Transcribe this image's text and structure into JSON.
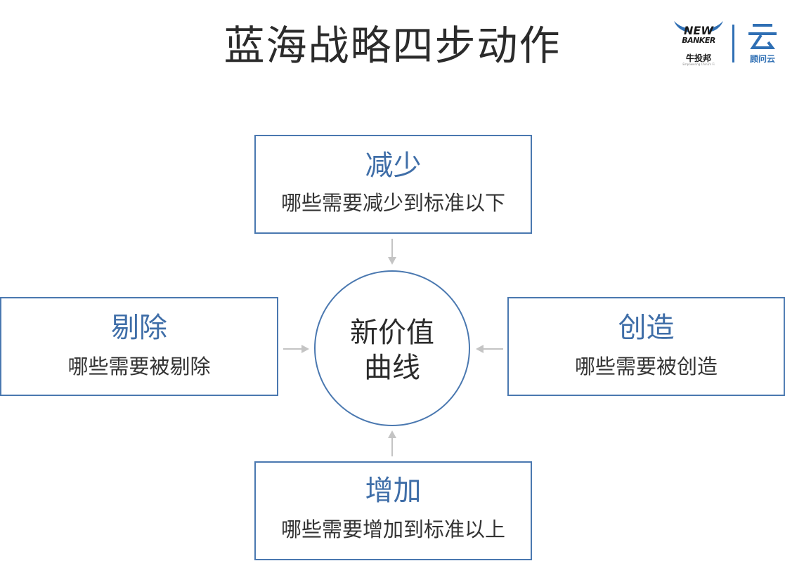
{
  "title": "蓝海战略四步动作",
  "logos": {
    "newbanker": {
      "line1": "NEW",
      "line2": "BANKER",
      "chinese": "牛投邦",
      "tagline": "Empowering China's Fi"
    },
    "guwenyun": {
      "glyph": "云",
      "chinese": "顾问云"
    },
    "brand_color": "#2f6fb4"
  },
  "center": {
    "line1": "新价值",
    "line2": "曲线"
  },
  "actions": {
    "reduce": {
      "heading": "减少",
      "description": "哪些需要减少到标准以下"
    },
    "eliminate": {
      "heading": "剔除",
      "description": "哪些需要被剔除"
    },
    "create": {
      "heading": "创造",
      "description": "哪些需要被创造"
    },
    "raise": {
      "heading": "增加",
      "description": "哪些需要增加到标准以上"
    }
  },
  "colors": {
    "border": "#4a78b0",
    "heading": "#3f6ea8",
    "arrow": "#c4c4c4"
  }
}
